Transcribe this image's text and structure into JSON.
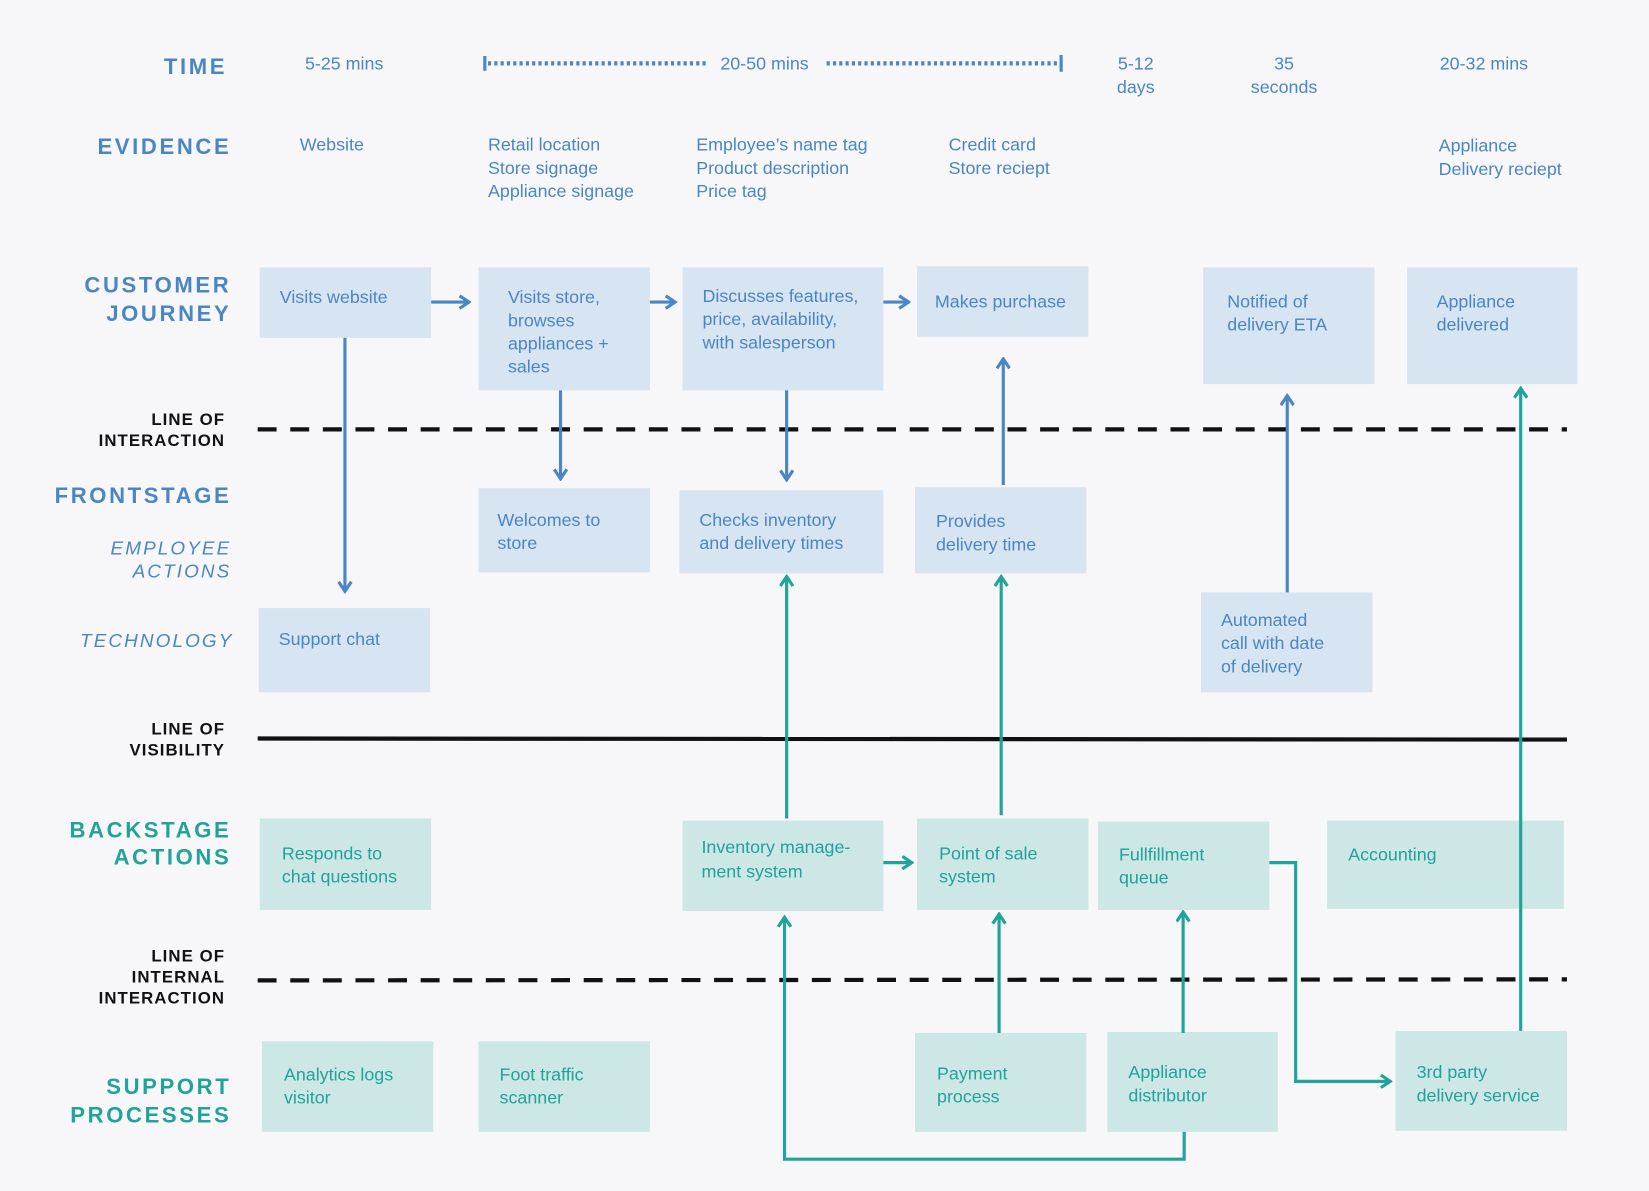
{
  "colors": {
    "blue": "#4a86c5",
    "teal": "#1fa39a",
    "blue_box": "#d7e4f1",
    "teal_box": "#cde6e6",
    "line": "#111111"
  },
  "labels": {
    "time": "TIME",
    "evidence": "EVIDENCE",
    "customer_journey": [
      "CUSTOMER",
      "JOURNEY"
    ],
    "line_of_interaction": [
      "LINE OF",
      "INTERACTION"
    ],
    "frontstage": "FRONTSTAGE",
    "employee_actions": [
      "EMPLOYEE",
      "ACTIONS"
    ],
    "technology": "TECHNOLOGY",
    "line_of_visibility": [
      "LINE OF",
      "VISIBILITY"
    ],
    "backstage_actions": [
      "BACKSTAGE",
      "ACTIONS"
    ],
    "line_of_internal_interaction": [
      "LINE OF",
      "INTERNAL",
      "INTERACTION"
    ],
    "support_processes": [
      "SUPPORT",
      "PROCESSES"
    ]
  },
  "time": {
    "t1": "5-25 mins",
    "t2": "20-50 mins",
    "t3": [
      "5-12",
      "days"
    ],
    "t4": [
      "35",
      "seconds"
    ],
    "t5": "20-32 mins"
  },
  "evidence": {
    "e1": [
      "Website"
    ],
    "e2": [
      "Retail location",
      "Store signage",
      "Appliance signage"
    ],
    "e3": [
      "Employee’s name tag",
      "Product description",
      "Price tag"
    ],
    "e4": [
      "Credit card",
      "Store reciept"
    ],
    "e5": [
      "Appliance",
      "Delivery reciept"
    ]
  },
  "customer_journey": {
    "visits_website": [
      "Visits website"
    ],
    "visits_store": [
      "Visits store,",
      "browses",
      "appliances +",
      "sales"
    ],
    "discusses": [
      "Discusses features,",
      "price, availability,",
      "with salesperson"
    ],
    "makes_purchase": [
      "Makes purchase"
    ],
    "notified": [
      "Notified of",
      "delivery ETA"
    ],
    "delivered": [
      "Appliance",
      "delivered"
    ]
  },
  "frontstage": {
    "welcomes": [
      "Welcomes to",
      "store"
    ],
    "checks": [
      "Checks inventory",
      "and delivery times"
    ],
    "provides": [
      "Provides",
      "delivery time"
    ]
  },
  "technology": {
    "support_chat": [
      "Support chat"
    ],
    "automated_call": [
      "Automated",
      "call with date",
      "of delivery"
    ]
  },
  "backstage": {
    "responds": [
      "Responds to",
      "chat questions"
    ],
    "inventory": [
      "Inventory manage-",
      "ment system"
    ],
    "pos": [
      "Point of sale",
      "system"
    ],
    "fulfillment": [
      "Fullfillment",
      "queue"
    ],
    "accounting": [
      "Accounting"
    ]
  },
  "support": {
    "analytics": [
      "Analytics logs",
      "visitor"
    ],
    "foot_traffic": [
      "Foot traffic",
      "scanner"
    ],
    "payment": [
      "Payment",
      "process"
    ],
    "distributor": [
      "Appliance",
      "distributor"
    ],
    "third_party": [
      "3rd party",
      "delivery service"
    ]
  }
}
